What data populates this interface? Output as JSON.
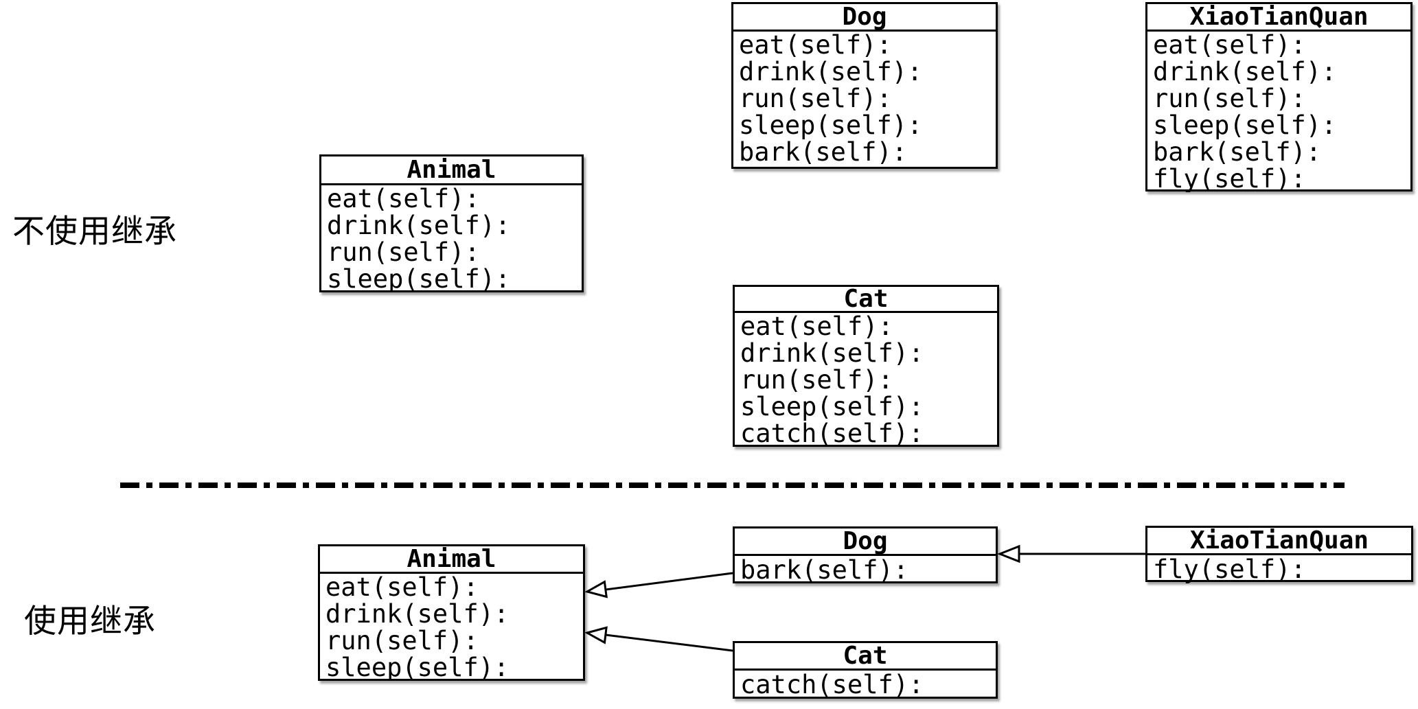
{
  "diagram": {
    "topic": "python-class-inheritance-comparison",
    "colors": {
      "background": "#ffffff",
      "box_border": "#000000",
      "box_fill": "#ffffff",
      "text": "#000000"
    }
  },
  "sections": {
    "top": {
      "label": "不使用继承",
      "classes": [
        {
          "title": "Animal",
          "methods": [
            "eat(self):",
            "drink(self):",
            "run(self):",
            "sleep(self):"
          ]
        },
        {
          "title": "Dog",
          "methods": [
            "eat(self):",
            "drink(self):",
            "run(self):",
            "sleep(self):",
            "bark(self):"
          ]
        },
        {
          "title": "XiaoTianQuan",
          "methods": [
            "eat(self):",
            "drink(self):",
            "run(self):",
            "sleep(self):",
            "bark(self):",
            "fly(self):"
          ]
        },
        {
          "title": "Cat",
          "methods": [
            "eat(self):",
            "drink(self):",
            "run(self):",
            "sleep(self):",
            "catch(self):"
          ]
        }
      ]
    },
    "bottom": {
      "label": "使用继承",
      "classes": [
        {
          "title": "Animal",
          "methods": [
            "eat(self):",
            "drink(self):",
            "run(self):",
            "sleep(self):"
          ]
        },
        {
          "title": "Dog",
          "methods": [
            "bark(self):"
          ]
        },
        {
          "title": "Cat",
          "methods": [
            "catch(self):"
          ]
        },
        {
          "title": "XiaoTianQuan",
          "methods": [
            "fly(self):"
          ]
        }
      ],
      "inheritance": [
        {
          "from": "Dog",
          "to": "Animal"
        },
        {
          "from": "Cat",
          "to": "Animal"
        },
        {
          "from": "XiaoTianQuan",
          "to": "Dog"
        }
      ]
    }
  }
}
